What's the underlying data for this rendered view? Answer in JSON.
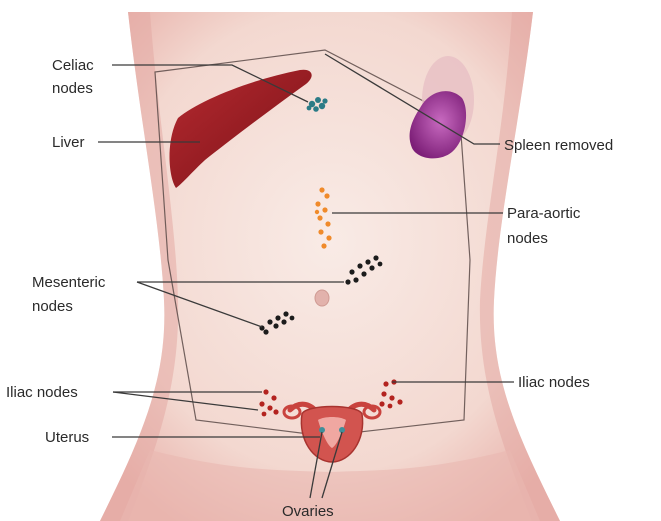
{
  "labels": {
    "celiac_line1": "Celiac",
    "celiac_line2": "nodes",
    "liver": "Liver",
    "spleen": "Spleen removed",
    "para_aortic_line1": "Para-aortic",
    "para_aortic_line2": "nodes",
    "mesenteric_line1": "Mesenteric",
    "mesenteric_line2": "nodes",
    "iliac_left": "Iliac nodes",
    "iliac_right": "Iliac nodes",
    "uterus": "Uterus",
    "ovaries": "Ovaries"
  },
  "colors": {
    "skin": "#f5ddd6",
    "skin_shadow": "#e9b3ad",
    "liver": "#9b1f25",
    "spleen": "#a33e9c",
    "celiac_nodes": "#2b7b86",
    "para_aortic_nodes": "#f08a2a",
    "mesenteric_nodes": "#1c1c1c",
    "iliac_nodes": "#b3231f",
    "uterus": "#d2544f",
    "ovaries": "#3f8f9a"
  }
}
